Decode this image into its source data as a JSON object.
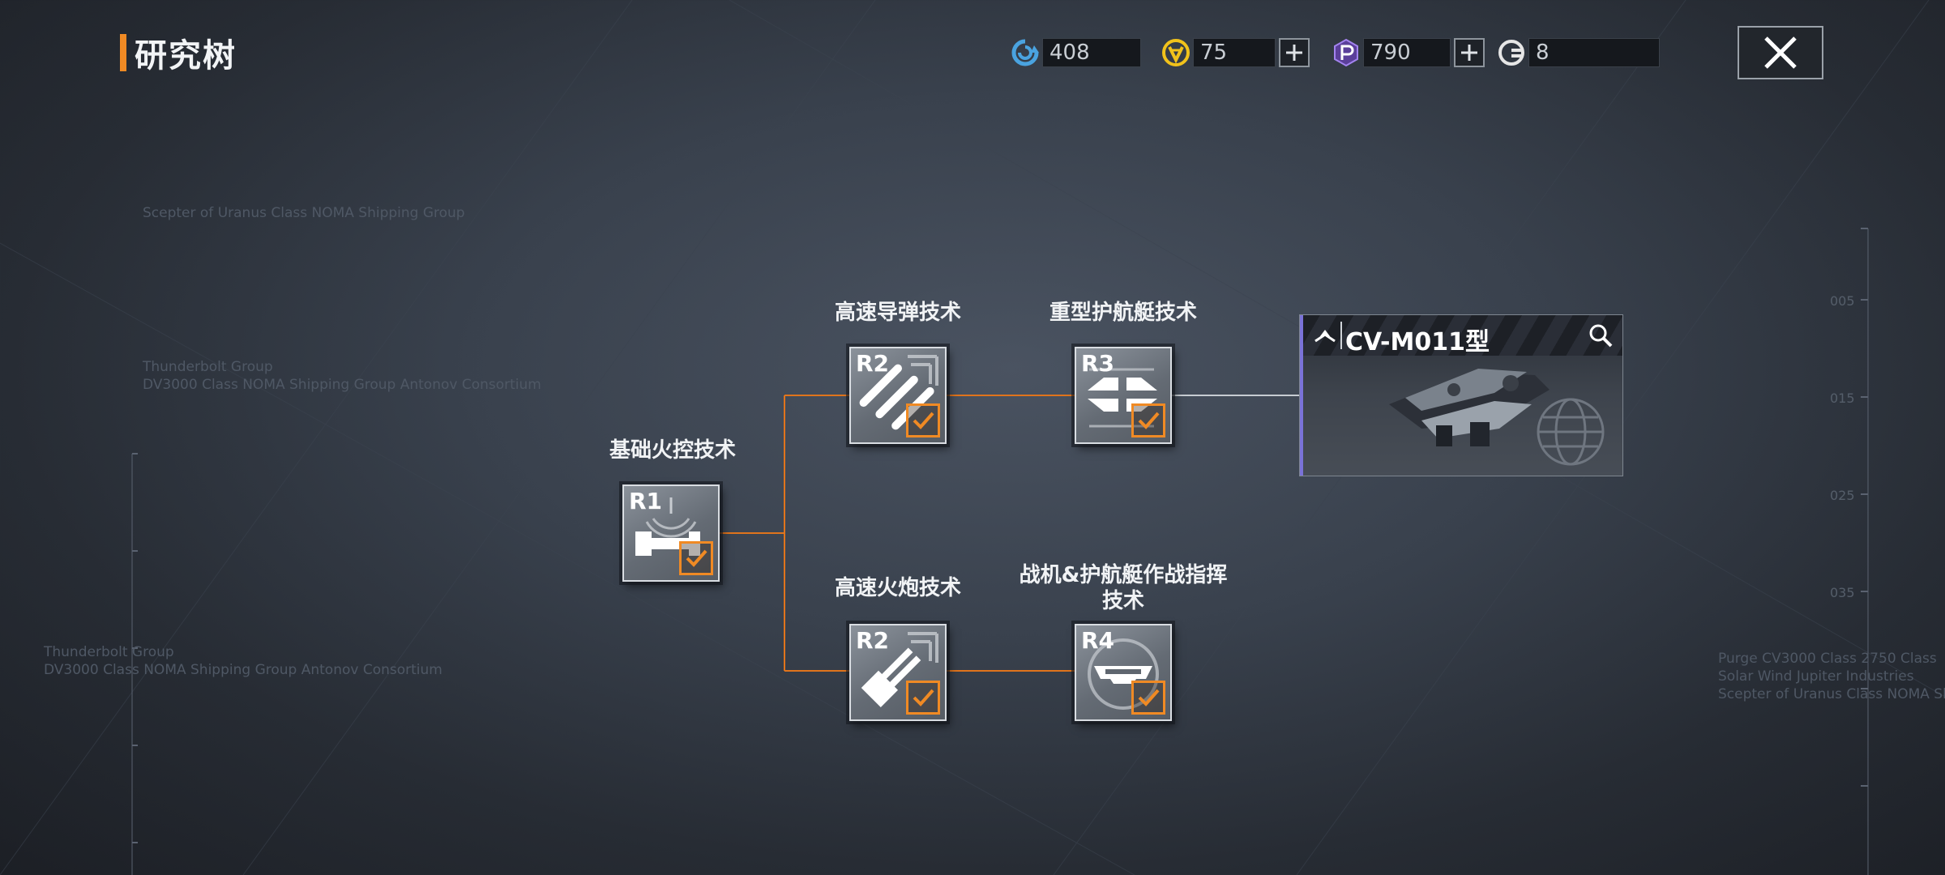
{
  "header": {
    "title": "研究树"
  },
  "currencies": [
    {
      "icon": "cycle-credit-icon",
      "value": "408",
      "color": "#4aa3e0",
      "has_plus": false
    },
    {
      "icon": "gold-v-icon",
      "value": "75",
      "color": "#f1c21b",
      "has_plus": true
    },
    {
      "icon": "purple-p-icon",
      "value": "790",
      "color": "#8f6ad8",
      "has_plus": true
    },
    {
      "icon": "g-token-icon",
      "value": "8",
      "color": "#e6e6e6",
      "has_plus": false
    }
  ],
  "nodes": {
    "r1": {
      "rank": "R1",
      "label": "基础火控技术"
    },
    "r2_missile": {
      "rank": "R2",
      "label": "高速导弹技术"
    },
    "r3": {
      "rank": "R3",
      "label": "重型护航艇技术"
    },
    "r2_cannon": {
      "rank": "R2",
      "label": "高速火炮技术"
    },
    "r4": {
      "rank": "R4",
      "label_line1": "战机&护航艇作战指挥",
      "label_line2": "技术"
    }
  },
  "ship_card": {
    "name": "CV-M011型",
    "accent": "#7a72d8"
  },
  "background_text": {
    "a": "Scepter of Uranus Class NOMA Shipping Group",
    "b1": "Thunderbolt Group",
    "b2": "DV3000 Class NOMA Shipping Group Antonov Consortium",
    "c1": "Thunderbolt Group",
    "c2": "DV3000 Class NOMA Shipping Group Antonov Consortium",
    "d1": "Purge CV3000 Class 2750 Class",
    "d2": "Solar Wind Jupiter Industries",
    "d3": "Scepter of Uranus Class NOMA Shipping",
    "s1": "005",
    "s2": "015",
    "s3": "025",
    "s4": "035"
  },
  "colors": {
    "connector": "#e0741c",
    "check": "#f08a24",
    "accent": "#f08a24"
  }
}
